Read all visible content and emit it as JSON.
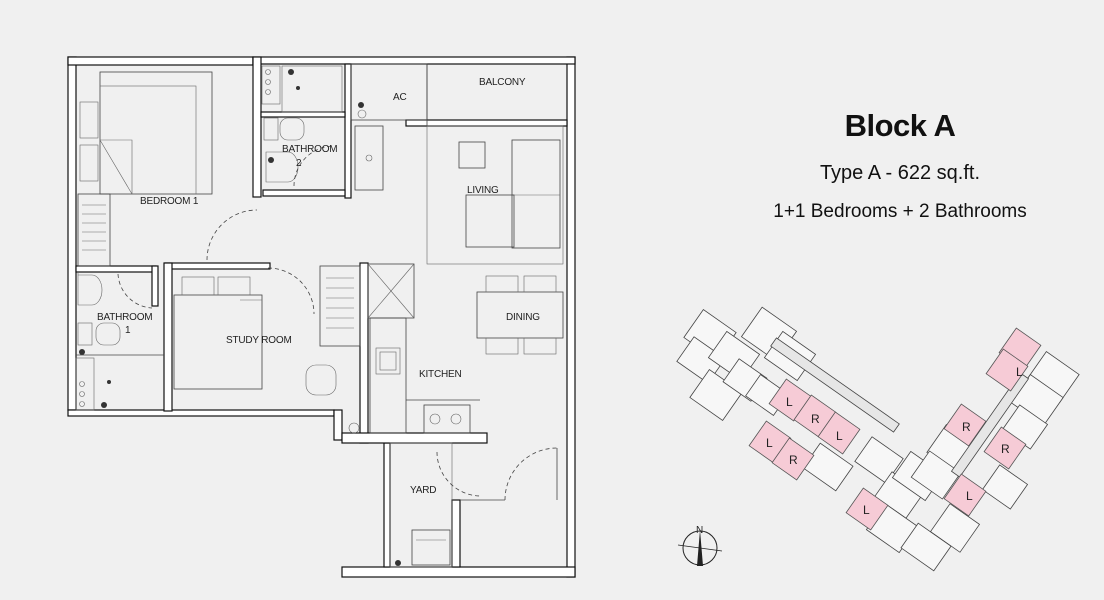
{
  "block": {
    "title": "Block A",
    "unit_type": "Type A - 622 sq.ft.",
    "configuration": "1+1 Bedrooms + 2 Bathrooms"
  },
  "rooms": {
    "bedroom1": "BEDROOM 1",
    "bathroom2_line1": "BATHROOM",
    "bathroom2_line2": "2",
    "ac": "AC",
    "balcony": "BALCONY",
    "living": "LIVING",
    "dining": "DINING",
    "bathroom1_line1": "BATHROOM",
    "bathroom1_line2": "1",
    "study": "STUDY ROOM",
    "kitchen": "KITCHEN",
    "yard": "YARD"
  },
  "key_plan": {
    "north_label": "N",
    "highlight_color": "#f6cbd6",
    "unit_labels": [
      "L",
      "R",
      "L",
      "L",
      "R",
      "L",
      "L",
      "R",
      "R",
      "L"
    ]
  }
}
